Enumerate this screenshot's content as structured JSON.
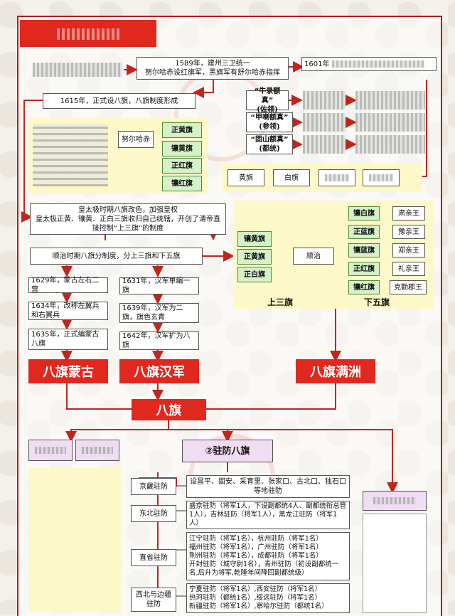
{
  "top": {
    "n1589": "1589年，建州三卫统一\n努尔哈赤设红旗军，黑旗军有舒尔哈赤指挥",
    "n1601": "1601年",
    "n1615": "1615年，正式设八旗，八旗制度形成",
    "nurhaci": "努尔哈赤",
    "banners_left": [
      "正黄旗",
      "镶黄旗",
      "正红旗",
      "镶红旗"
    ],
    "officers": [
      {
        "title": "“牛录额真”",
        "sub": "(佐领)"
      },
      {
        "title": "“甲喇额真”",
        "sub": "(参领)"
      },
      {
        "title": "“固山额真”",
        "sub": "(都统)"
      }
    ],
    "flags_bottom": [
      "黄旗",
      "白旗"
    ]
  },
  "middle": {
    "huangtaiji": "皇太极时期八旗改色，加强皇权\n皇太极正黄、镶黄、正白三旗收归自己统辖，开创了清帝直接控制“上三旗”的制度",
    "shunzhi_note": "顺治时期八旗分制度，分上三旗和下五旗",
    "upper_three": [
      "镶黄旗",
      "正黄旗",
      "正白旗"
    ],
    "shunzhi": "顺治",
    "lower_five": [
      {
        "banner": "镶白旗",
        "prince": "肃亲王"
      },
      {
        "banner": "正蓝旗",
        "prince": "豫亲王"
      },
      {
        "banner": "镶蓝旗",
        "prince": "郑亲王"
      },
      {
        "banner": "正红旗",
        "prince": "礼亲王"
      },
      {
        "banner": "镶红旗",
        "prince": "克勤郡王"
      }
    ],
    "upper_label": "上三旗",
    "lower_label": "下五旗"
  },
  "mongol_steps": [
    "1629年，蒙古左右二营",
    "1634年，改称左翼兵和右翼兵",
    "1635年，正式编蒙古八旗"
  ],
  "han_steps": [
    "1631年，汉军单编一旗",
    "1639年，汉军为二旗，旗色玄青",
    "1642年，汉军扩为八旗"
  ],
  "titles": {
    "mongol": "八旗蒙古",
    "han": "八旗汉军",
    "manchu": "八旗满洲",
    "eight": "八旗"
  },
  "garrison": {
    "title": "②驻防八旗",
    "rows": [
      {
        "name": "京畿驻防",
        "detail": "设昌平、固安、采育里、张家口、古北口、独石口等地驻防"
      },
      {
        "name": "东北驻防",
        "detail": "盛京驻防（将军1人，下设副都统4人、副都统衔总管1人），吉林驻防（将军1人），黑龙江驻防（将军1人）"
      },
      {
        "name": "直省驻防",
        "detail": "江宁驻防（将军1名），杭州驻防（将军1名）\n福州驻防（将军1名），广州驻防（将军1名）\n荆州驻防（将军1名），成都驻防（将军1名）\n开封驻防（城守尉1名），青州驻防（初设副都统一名,后升为将军,乾隆年间降回副都统级）"
      },
      {
        "name": "西北与边疆驻防",
        "detail": "宁夏驻防（将军1名）,西安驻防（将军1名）\n热河驻防（都统1名）,绥远驻防（将军1名）\n新疆驻防（将军1名）,察哈尔驻防（都统1名）"
      }
    ]
  },
  "colors": {
    "accent": "#e0281e",
    "green": "#d6f0c8",
    "yellow": "#fdf8c8",
    "lilac": "#f0dcf3",
    "border": "#b11e1e"
  }
}
